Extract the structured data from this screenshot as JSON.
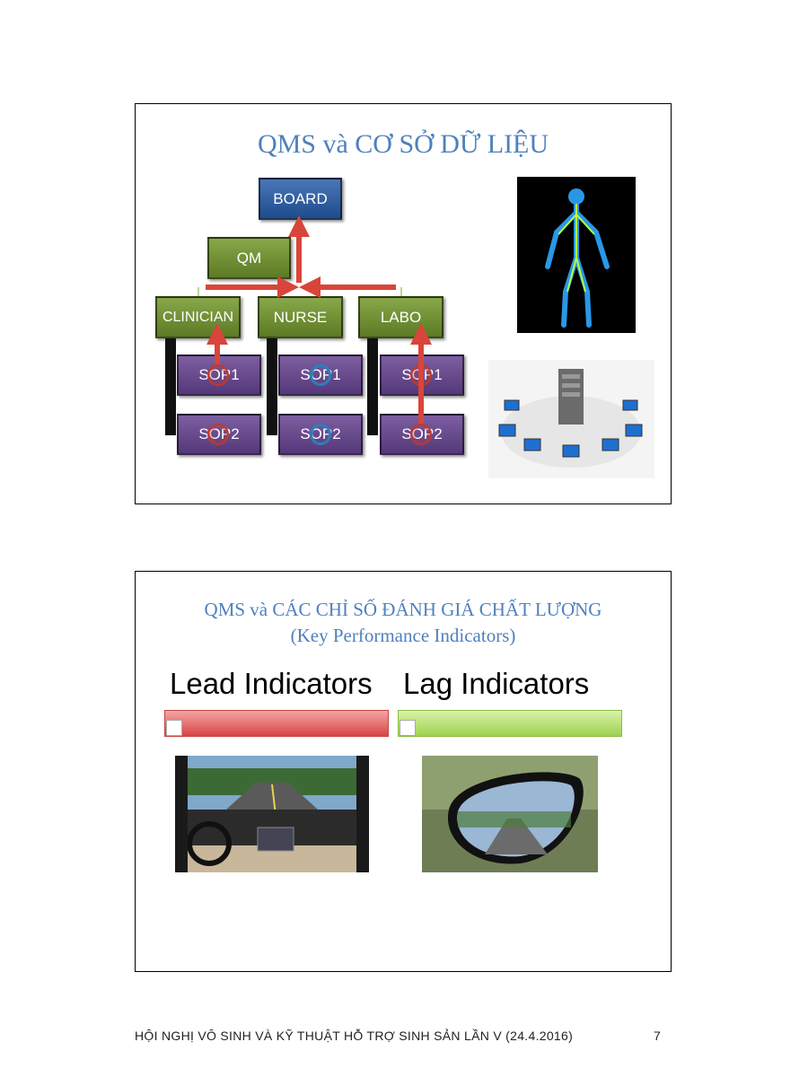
{
  "slide1": {
    "title": "QMS và CƠ SỞ DỮ LIỆU",
    "org": {
      "board": "BOARD",
      "qm": "QM",
      "clinician": "CLINICIAN",
      "nurse": "NURSE",
      "labo": "LABO",
      "sop1": "SOP1",
      "sop2": "SOP2"
    },
    "images": [
      "human-nervous-system-image",
      "networked-computers-image"
    ]
  },
  "slide2": {
    "title_line1": "QMS và CÁC CHỈ SỐ ĐÁNH GIÁ CHẤT LƯỢNG",
    "title_line2": "(Key Performance Indicators)",
    "lead_label": "Lead Indicators",
    "lag_label": "Lag Indicators",
    "colors": {
      "lead_bar": "#d94545",
      "lag_bar": "#9ed250",
      "title": "#4f81bd"
    },
    "images": [
      "car-dashboard-road-image",
      "side-mirror-road-image"
    ]
  },
  "footer": {
    "text": "HỘI NGHỊ VÔ SINH VÀ KỸ THUẬT HỖ TRỢ SINH SẢN LẦN V (24.4.2016)",
    "page_number": "7"
  }
}
